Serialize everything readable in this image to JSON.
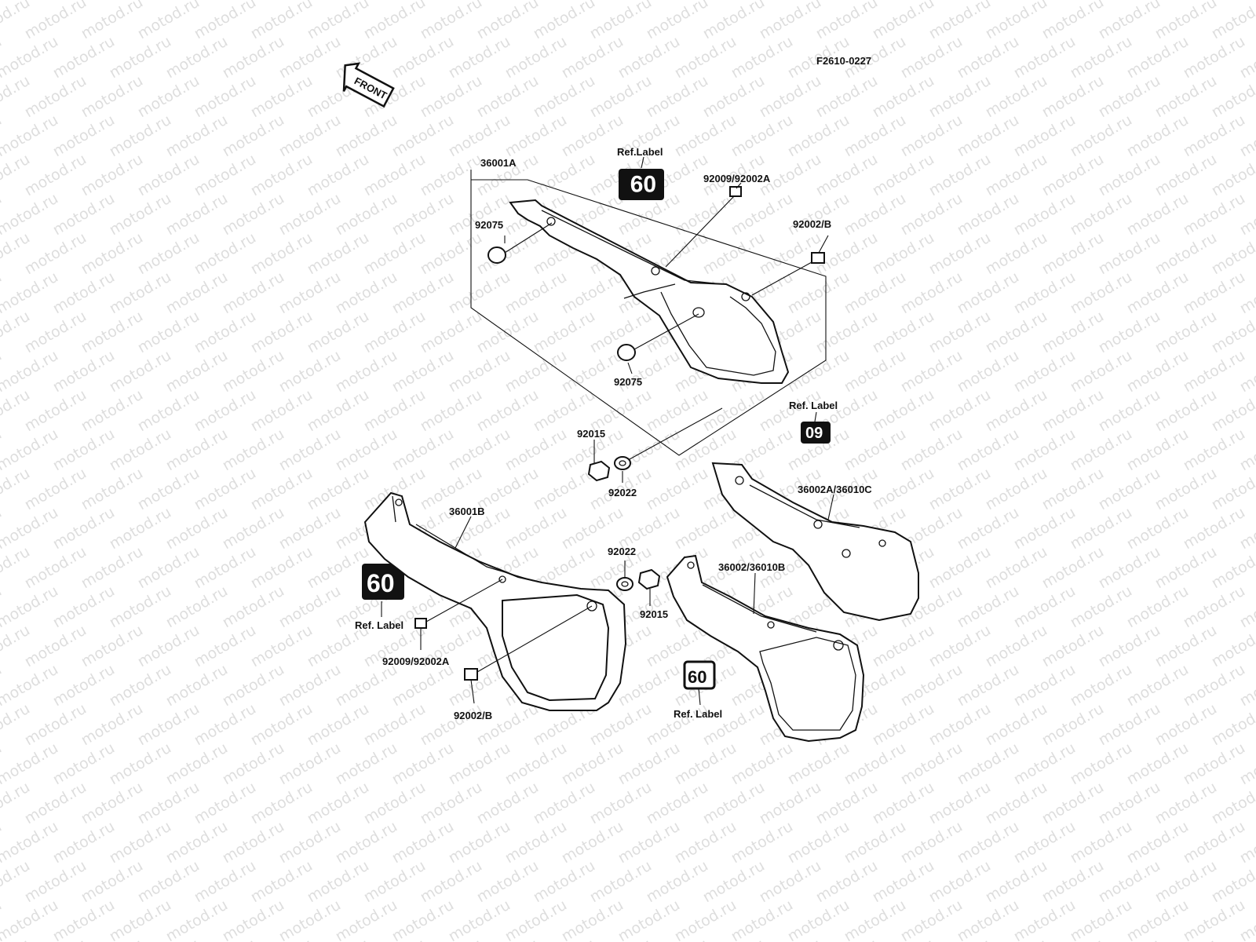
{
  "diagram": {
    "code": "F2610-0227",
    "front_arrow": "FRONT",
    "watermark": "motod.ru",
    "decal_text": {
      "upper": "09",
      "mid": "09",
      "left": "60",
      "lower": "60"
    },
    "labels": {
      "p36001A": "36001A",
      "ref_label_top": "Ref.Label",
      "p92009_92002A_top": "92009/92002A",
      "p92002B_top": "92002/B",
      "p92075_top": "92075",
      "p92075_bottom": "92075",
      "ref_label_mid": "Ref. Label",
      "p92015_top": "92015",
      "p92022_top": "92022",
      "p36002A_36010C": "36002A/36010C",
      "p36001B": "36001B",
      "p92022_mid": "92022",
      "p36002_36010B": "36002/36010B",
      "p92015_mid": "92015",
      "ref_label_left": "Ref. Label",
      "p92009_92002A_bottom": "92009/92002A",
      "p92002B_bottom": "92002/B",
      "ref_label_bottom": "Ref. Label"
    }
  }
}
